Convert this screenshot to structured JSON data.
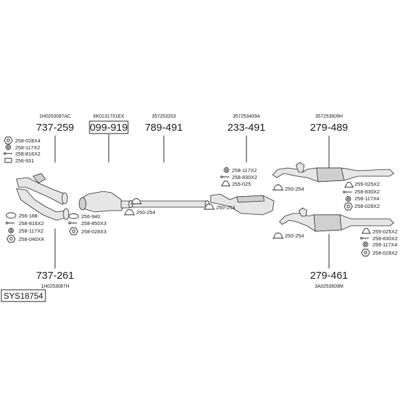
{
  "parts": [
    {
      "oem": "1H0253087AC",
      "number": "737-259"
    },
    {
      "oem": "6K0131701EX",
      "number": "099-919"
    },
    {
      "oem": "357253203",
      "number": "789-491"
    },
    {
      "oem": "357253409A",
      "number": "233-491"
    },
    {
      "oem": "357253609H",
      "number": "279-489"
    },
    {
      "oem": "1H0253087H",
      "number": "737-261"
    },
    {
      "oem": "3A0253609M",
      "number": "279-461"
    }
  ],
  "hardware": {
    "g1": [
      "258-028X4",
      "258-117X2",
      "258-816X2",
      "256-931"
    ],
    "g2": [
      "256-188",
      "258-816X2",
      "258-117X2",
      "258-040X4"
    ],
    "g3": [
      "256-940",
      "258-850X3",
      "258-028X3"
    ],
    "g4": [
      "250-254"
    ],
    "g5": [
      "250-254"
    ],
    "g6": [
      "258-117X2",
      "258-830X2",
      "255-025"
    ],
    "g7": [
      "250-254"
    ],
    "g8": [
      "255-025X2",
      "258-830X2",
      "258-117X4",
      "258-028X2"
    ],
    "g9": [
      "250-254"
    ],
    "g10": [
      "255-025X2",
      "258-830X2",
      "258-117X4",
      "258-028X2"
    ]
  },
  "system_code": "SYS18754"
}
